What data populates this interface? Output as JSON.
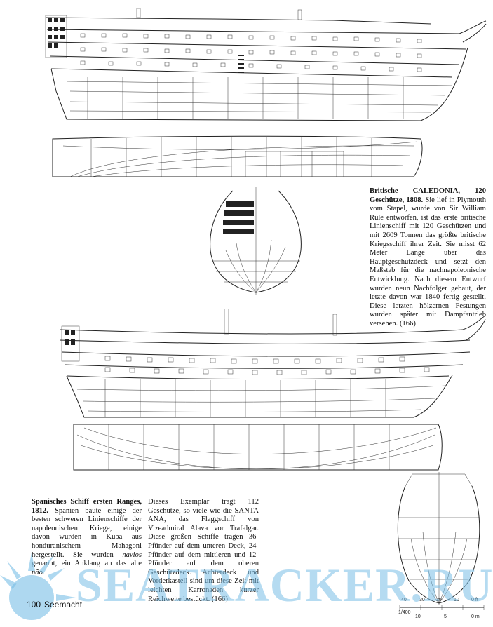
{
  "page": {
    "number": "100",
    "section": "Seemacht"
  },
  "captions": {
    "caledonia": {
      "title": "Britische CALEDONIA, 120 Geschütze, 1808.",
      "body": " Sie lief in Plymouth vom Stapel, wurde von Sir William Rule entworfen, ist das erste britische Linienschiff mit 120 Geschützen und mit 2609 Tonnen das größte britische Kriegsschiff ihrer Zeit. Sie misst 62 Meter Länge über das Hauptgeschützdeck und setzt den Maßstab für die nachnapoleonische Entwicklung. Nach diesem Entwurf wurden neun Nachfolger gebaut, der letzte davon war 1840 fertig gestellt. Diese letzten hölzernen Festungen wurden später mit Dampfantrieb versehen. (166)"
    },
    "spanish": {
      "title": "Spanisches Schiff ersten Ranges, 1812.",
      "body_part1": " Spanien baute einige der besten schweren Linienschiffe der napoleonischen Kriege, einige davon wurden in Kuba aus honduranischem Mahagoni hergestellt. Sie wurden ",
      "italic1": "navios",
      "body_part2": " genannt, ein Anklang an das alte ",
      "italic2": "não.",
      "body_part3": " Dieses Exemplar trägt 112 Geschütze, so viele wie die SANTA ANA, das Flaggschiff von Vizeadmiral Alava vor Trafalgar. Diese großen Schiffe tragen 36-Pfünder auf dem unteren Deck, 24-Pfünder auf dem mittleren und 12-Pfünder auf dem oberen Geschützdeck. Achterdeck und Vorderkastell sind um diese Zeit mit leichten Karronaden kurzer Reichweite bestückt. (166)"
    }
  },
  "watermark": {
    "text": "SEATRACKER.RU",
    "color": "#78bee6"
  },
  "scale": {
    "ratio": "1/400",
    "feet_ticks": [
      "40",
      "30",
      "20",
      "10",
      "0 ft"
    ],
    "meter_ticks": [
      "10",
      "5",
      "0 m"
    ]
  }
}
